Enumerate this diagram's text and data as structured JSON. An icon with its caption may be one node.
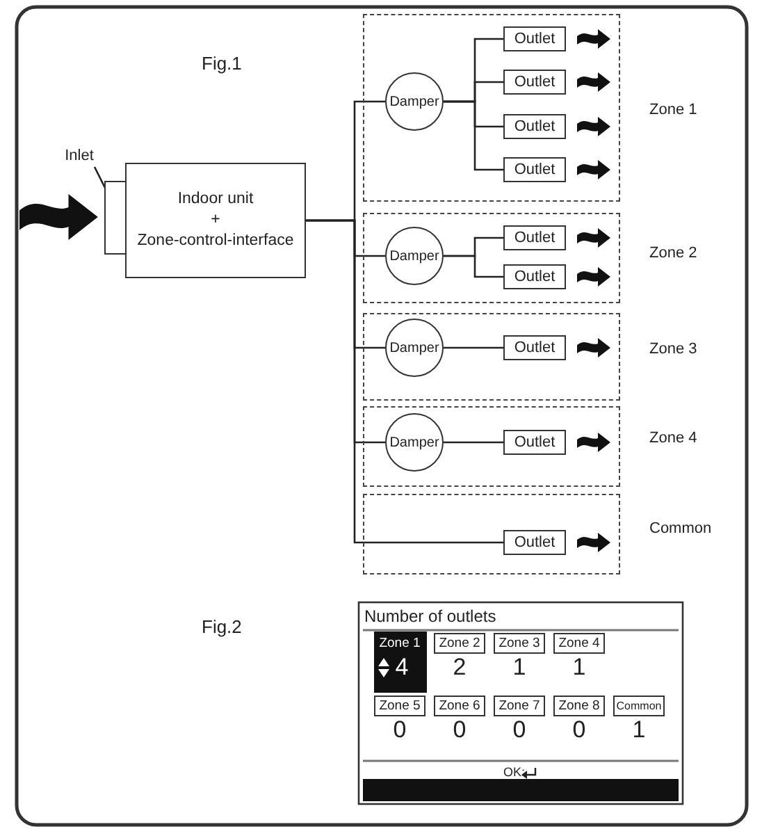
{
  "diagram": {
    "nodes": [
      {
        "text": [
          "Indoor unit",
          "+",
          "Zone-control-interface"
        ]
      },
      {
        "text": [
          "Inlet"
        ]
      },
      {
        "text": [],
        "shape": "box"
      },
      {
        "text": [
          "Zone 1"
        ]
      },
      {
        "text": [
          "Damper"
        ],
        "in": 3
      },
      {
        "text": [
          "Outlet"
        ],
        "in": 3
      },
      {
        "text": [
          "Outlet"
        ],
        "in": 3
      },
      {
        "text": [
          "Outlet"
        ],
        "in": 3
      },
      {
        "text": [
          "Outlet"
        ],
        "in": 3
      },
      {
        "text": [
          "Zone 2"
        ]
      },
      {
        "text": [
          "Damper"
        ],
        "in": 9
      },
      {
        "text": [
          "Outlet"
        ],
        "in": 9
      },
      {
        "text": [
          "Outlet"
        ],
        "in": 9
      },
      {
        "text": [
          "Zone 3"
        ]
      },
      {
        "text": [
          "Damper"
        ],
        "in": 13
      },
      {
        "text": [
          "Outlet"
        ],
        "in": 13
      },
      {
        "text": [
          "Zone 4"
        ]
      },
      {
        "text": [
          "Damper"
        ],
        "in": 16
      },
      {
        "text": [
          "Outlet"
        ],
        "in": 16
      },
      {
        "text": [
          "Common"
        ]
      },
      {
        "text": [
          "Outlet"
        ],
        "in": 19
      }
    ],
    "edges": [
      {
        "from": 1,
        "to": 2,
        "arrow": "none"
      },
      {
        "from": 0,
        "to": 4,
        "arrow": "none"
      },
      {
        "from": 4,
        "to": 5,
        "arrow": "none"
      },
      {
        "from": 4,
        "to": 6,
        "arrow": "none"
      },
      {
        "from": 4,
        "to": 7,
        "arrow": "none"
      },
      {
        "from": 4,
        "to": 8,
        "arrow": "none"
      },
      {
        "from": 0,
        "to": 10,
        "arrow": "none"
      },
      {
        "from": 10,
        "to": 11,
        "arrow": "none"
      },
      {
        "from": 10,
        "to": 12,
        "arrow": "none"
      },
      {
        "from": 0,
        "to": 14,
        "arrow": "none"
      },
      {
        "from": 14,
        "to": 15,
        "arrow": "none"
      },
      {
        "from": 0,
        "to": 17,
        "arrow": "none"
      },
      {
        "from": 17,
        "to": 18,
        "arrow": "none"
      },
      {
        "from": 0,
        "to": 20,
        "arrow": "none"
      }
    ],
    "labels": [
      "Fig.1",
      "Fig.2",
      "Number of outlets",
      "Zone 1",
      "Zone 2",
      "Zone 3",
      "Zone 4",
      "4",
      "2",
      "1",
      "1",
      "Zone 5",
      "Zone 6",
      "Zone 7",
      "Zone 8",
      "Common",
      "0",
      "0",
      "0",
      "0",
      "1",
      "OK:"
    ]
  }
}
